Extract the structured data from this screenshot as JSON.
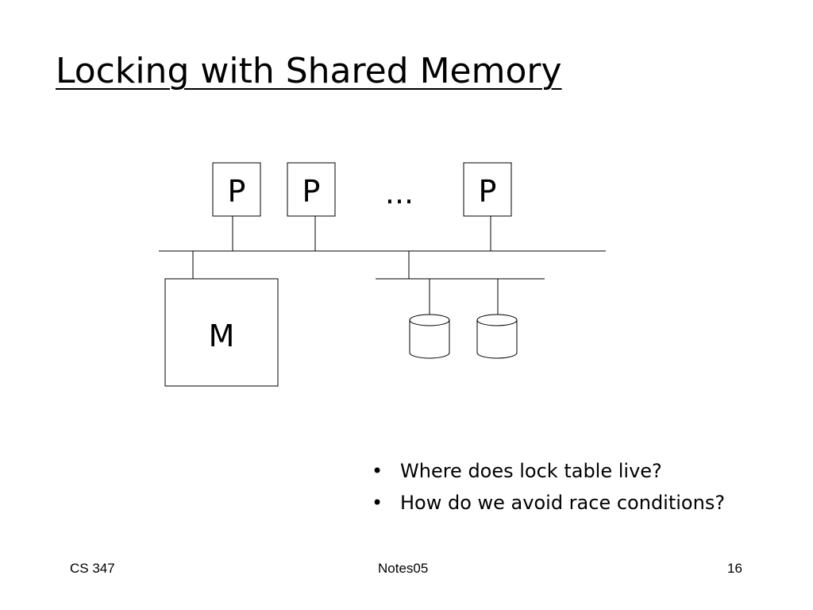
{
  "slide": {
    "title": "Locking with Shared Memory"
  },
  "diagram": {
    "processor_label": "P",
    "ellipsis": "...",
    "memory_label": "M"
  },
  "bullets": [
    "Where does lock table live?",
    "How do we avoid race conditions?"
  ],
  "footer": {
    "course": "CS 347",
    "notes": "Notes05",
    "page_number": "16"
  }
}
